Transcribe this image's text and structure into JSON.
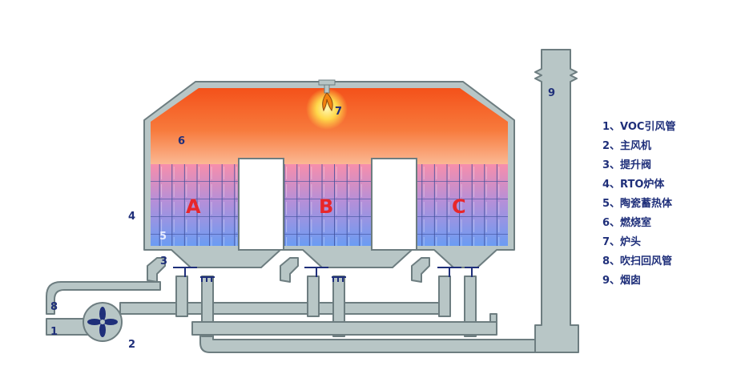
{
  "labels": {
    "l1": "1",
    "l2": "2",
    "l3": "3",
    "l4": "4",
    "l5": "5",
    "l6": "6",
    "l7": "7",
    "l8": "8",
    "l9": "9"
  },
  "beds": [
    "A",
    "B",
    "C"
  ],
  "legend": [
    "1、VOC引风管",
    "2、主风机",
    "3、提升阀",
    "4、RTO炉体",
    "5、陶瓷蓄热体",
    "6、燃烧室",
    "7、炉头",
    "8、吹扫回风管",
    "9、烟囱"
  ],
  "colors": {
    "wall": "#b8c6c6",
    "wall_stroke": "#6d7d80",
    "chamber_top": "#f55a1e",
    "chamber_bottom": "#fbb08a",
    "media_top": "#f58fa8",
    "media_bottom": "#6f9cf0",
    "text": "#1f2f7a",
    "accent": "#e8262a"
  }
}
